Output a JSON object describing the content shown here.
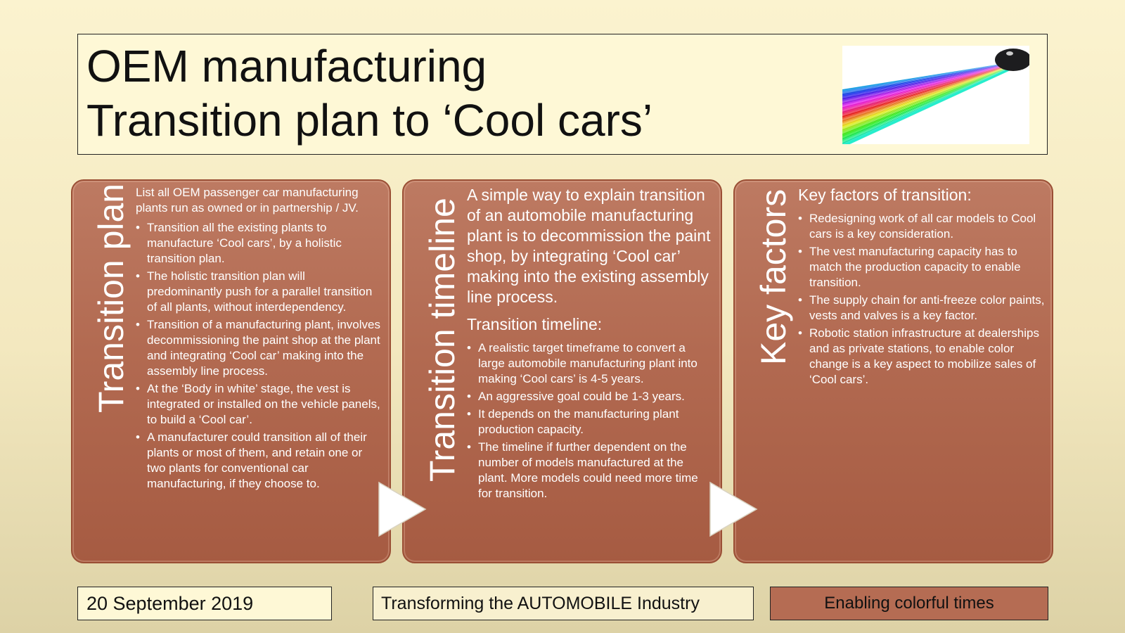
{
  "slide": {
    "title_line1": "OEM manufacturing",
    "title_line2": "Transition plan to ‘Cool cars’"
  },
  "panels": [
    {
      "vertical_title": "Transition plan",
      "intro": "List all OEM passenger car manufacturing plants run as owned or in partnership / JV.",
      "bullets": [
        "Transition all the existing plants to manufacture ‘Cool cars’, by a holistic transition plan.",
        "The holistic transition plan will predominantly push for a parallel transition of all plants, without interdependency.",
        "Transition of a manufacturing plant, involves decommissioning the paint shop at the plant and integrating ‘Cool car’ making into the assembly line process.",
        "At the ‘Body in white’ stage, the vest is integrated or installed on the vehicle panels, to build a ‘Cool car’.",
        "A manufacturer could transition all of their plants or most of them, and retain one or two plants for conventional car manufacturing, if they choose to."
      ]
    },
    {
      "vertical_title": "Transition timeline",
      "intro": "A simple way to explain transition of an automobile manufacturing plant is to decommission the paint shop, by integrating ‘Cool car’ making into the existing assembly line process.",
      "heading": "Transition timeline:",
      "bullets": [
        "A realistic target timeframe to convert a large automobile manufacturing plant into making ‘Cool cars’ is 4-5 years.",
        "An aggressive goal could be 1-3 years.",
        "It depends on the manufacturing plant production capacity.",
        "The timeline if further dependent on the number of models manufactured at the plant. More models could need more time for transition."
      ]
    },
    {
      "vertical_title": "Key factors",
      "heading": "Key factors of transition:",
      "bullets": [
        "Redesigning work of all car models to Cool cars is a key consideration.",
        "The vest manufacturing capacity has to match the production capacity to enable transition.",
        "The supply chain for anti-freeze color paints, vests and valves is a key factor.",
        "Robotic station infrastructure at dealerships and as private stations, to enable color change is a key aspect to mobilize sales of ‘Cool cars’."
      ]
    }
  ],
  "footer": {
    "date": "20 September 2019",
    "center": "Transforming the AUTOMOBILE Industry",
    "right": "Enabling colorful times"
  },
  "colors": {
    "panel": "#b26a51",
    "background": "#fbf3cf",
    "footer_accent": "#b56c53"
  },
  "icons": {
    "title_image": "color-swatch-fan-image",
    "connector": "triangle-arrow-right-icon"
  }
}
